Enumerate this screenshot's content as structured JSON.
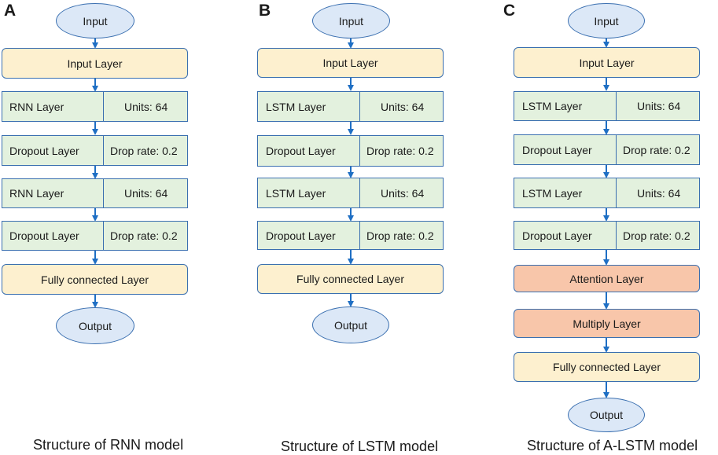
{
  "panels": [
    {
      "letter": "A",
      "input": "Input",
      "input_layer": "Input Layer",
      "rows": [
        {
          "left": "RNN Layer",
          "right": "Units:  64"
        },
        {
          "left": "Dropout Layer",
          "right": "Drop rate:  0.2"
        },
        {
          "left": "RNN Layer",
          "right": "Units:  64"
        },
        {
          "left": "Dropout Layer",
          "right": "Drop rate:  0.2"
        }
      ],
      "fc_layer": "Fully connected Layer",
      "output": "Output",
      "caption": "Structure of RNN model"
    },
    {
      "letter": "B",
      "input": "Input",
      "input_layer": "Input Layer",
      "rows": [
        {
          "left": "LSTM Layer",
          "right": "Units:  64"
        },
        {
          "left": "Dropout Layer",
          "right": "Drop rate:  0.2"
        },
        {
          "left": "LSTM Layer",
          "right": "Units:  64"
        },
        {
          "left": "Dropout Layer",
          "right": "Drop rate:  0.2"
        }
      ],
      "fc_layer": "Fully connected Layer",
      "output": "Output",
      "caption": "Structure of LSTM model"
    },
    {
      "letter": "C",
      "input": "Input",
      "input_layer": "Input Layer",
      "rows": [
        {
          "left": "LSTM Layer",
          "right": "Units:  64"
        },
        {
          "left": "Dropout Layer",
          "right": "Drop rate:  0.2"
        },
        {
          "left": "LSTM Layer",
          "right": "Units:  64"
        },
        {
          "left": "Dropout Layer",
          "right": "Drop rate:  0.2"
        }
      ],
      "attention_layer": "Attention Layer",
      "multiply_layer": "Multiply Layer",
      "fc_layer": "Fully connected Layer",
      "output": "Output",
      "caption": "Structure of A-LSTM model"
    }
  ]
}
